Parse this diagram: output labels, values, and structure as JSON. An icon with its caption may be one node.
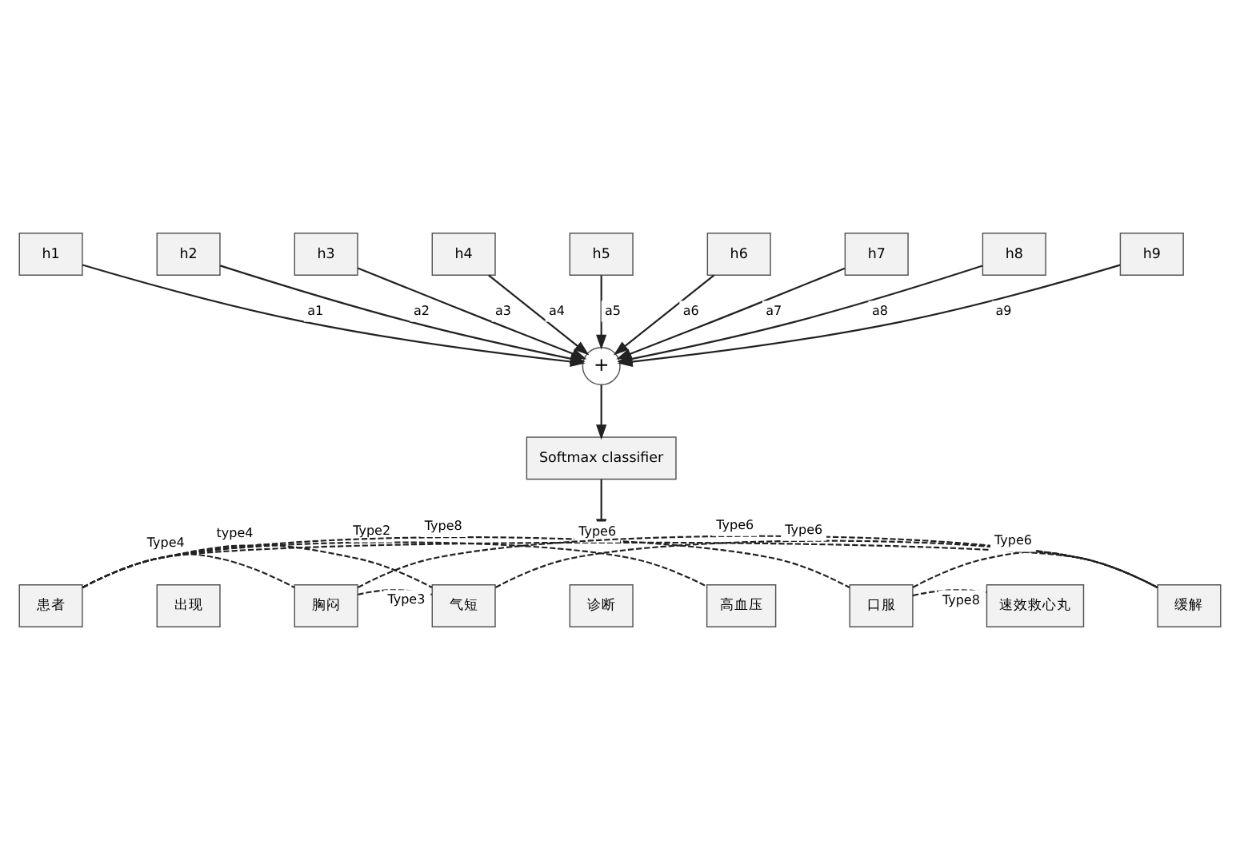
{
  "diagram": {
    "nodes": [
      {
        "text": [
          "h1"
        ]
      },
      {
        "text": [
          "h2"
        ]
      },
      {
        "text": [
          "h3"
        ]
      },
      {
        "text": [
          "h4"
        ]
      },
      {
        "text": [
          "h5"
        ]
      },
      {
        "text": [
          "h6"
        ]
      },
      {
        "text": [
          "h7"
        ]
      },
      {
        "text": [
          "h8"
        ]
      },
      {
        "text": [
          "h9"
        ]
      },
      {
        "text": [
          "+"
        ]
      },
      {
        "text": [
          "Softmax classifier"
        ]
      },
      {
        "text": [
          "患者"
        ]
      },
      {
        "text": [
          "出现"
        ]
      },
      {
        "text": [
          "胸闷"
        ]
      },
      {
        "text": [
          "气短"
        ]
      },
      {
        "text": [
          "诊断"
        ]
      },
      {
        "text": [
          "高血压"
        ]
      },
      {
        "text": [
          "口服"
        ]
      },
      {
        "text": [
          "速效救心丸"
        ]
      },
      {
        "text": [
          "缓解"
        ]
      }
    ],
    "edges": [
      {
        "from": 0,
        "to": 9,
        "arrow": "to",
        "label": "a1"
      },
      {
        "from": 1,
        "to": 9,
        "arrow": "to",
        "label": "a2"
      },
      {
        "from": 2,
        "to": 9,
        "arrow": "to",
        "label": "a3"
      },
      {
        "from": 3,
        "to": 9,
        "arrow": "to",
        "label": "a4"
      },
      {
        "from": 4,
        "to": 9,
        "arrow": "to",
        "label": "a5"
      },
      {
        "from": 5,
        "to": 9,
        "arrow": "to",
        "label": "a6"
      },
      {
        "from": 6,
        "to": 9,
        "arrow": "to",
        "label": "a7"
      },
      {
        "from": 7,
        "to": 9,
        "arrow": "to",
        "label": "a8"
      },
      {
        "from": 8,
        "to": 9,
        "arrow": "to",
        "label": "a9"
      },
      {
        "from": 9,
        "to": 10,
        "arrow": "to"
      },
      {
        "from": 10,
        "to": null,
        "arrow": "to"
      },
      {
        "from": 14,
        "to": 19,
        "arrow": "none",
        "label": "Type6",
        "style": "dashed"
      },
      {
        "from": 13,
        "to": 19,
        "arrow": "none",
        "label": "Type6",
        "style": "dashed"
      },
      {
        "from": 11,
        "to": 13,
        "arrow": "none",
        "label": "Type4",
        "style": "dashed"
      },
      {
        "from": 13,
        "to": 14,
        "arrow": "none",
        "label": "Type3",
        "style": "dashed"
      },
      {
        "from": 17,
        "to": 18,
        "arrow": "none",
        "label": "Type8",
        "style": "dashed"
      },
      {
        "from": 17,
        "to": 19,
        "arrow": "none",
        "label": "Type6",
        "style": "dashed"
      },
      {
        "from": 11,
        "to": 14,
        "arrow": "none",
        "label": "type4",
        "style": "dashed"
      },
      {
        "from": 11,
        "to": 16,
        "arrow": "none",
        "label": "Type2",
        "style": "dashed"
      },
      {
        "from": 11,
        "to": 17,
        "arrow": "none",
        "label": "Type8",
        "style": "dashed"
      },
      {
        "from": 11,
        "to": 19,
        "arrow": "none",
        "label": "Type6",
        "style": "dashed"
      }
    ]
  }
}
